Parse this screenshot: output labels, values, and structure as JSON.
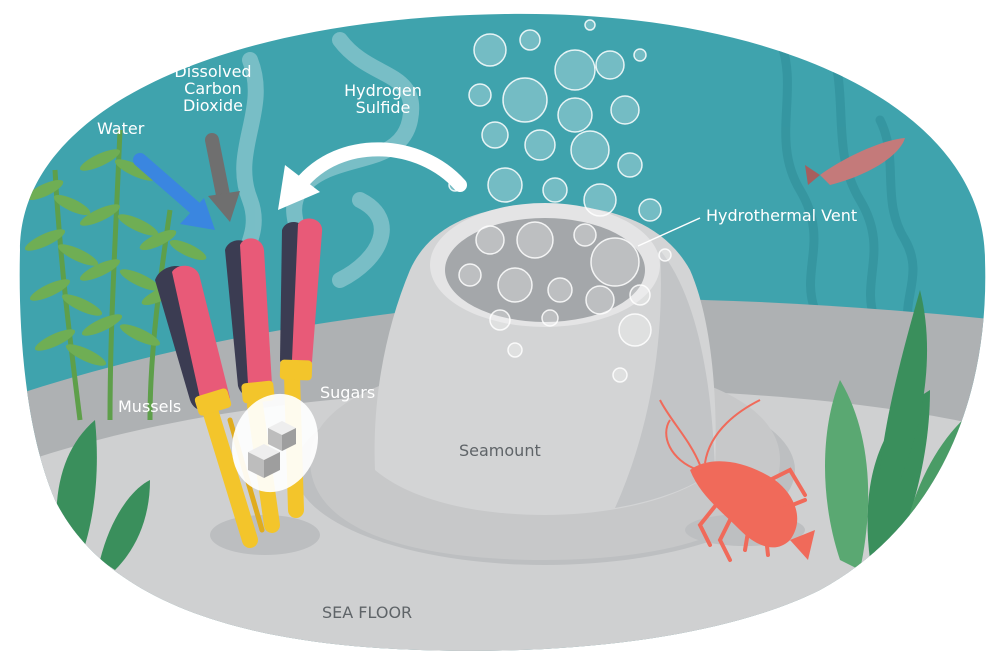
{
  "labels": {
    "dissolved_co2": "Dissolved\nCarbon\nDioxide",
    "hydrogen_sulfide": "Hydrogen\nSulfide",
    "water": "Water",
    "hydrothermal_vent": "Hydrothermal Vent",
    "mussels": "Mussels",
    "sugars": "Sugars",
    "seamount": "Seamount",
    "sea_floor": "SEA FLOOR"
  },
  "colors": {
    "water": "#3fa3ad",
    "water_dark": "#2f8c97",
    "seabed": "#cfd0d1",
    "seabed_far": "#aeb1b3",
    "mound": "#c7c8c9",
    "mound_shadow": "#b2b4b6",
    "crater": "#a4a7aa",
    "bubble": "#ffffff",
    "water_arrow": "#3a86e0",
    "co2_arrow": "#6f6f6f",
    "mussel_shell": "#e85a78",
    "mussel_dark": "#3b3c52",
    "mussel_stalk": "#f3c52b",
    "shrimp": "#f06a5a",
    "kelp_light": "#5e9f4a",
    "kelp_dark": "#3a8f5c",
    "fish": "#c47a7a"
  }
}
